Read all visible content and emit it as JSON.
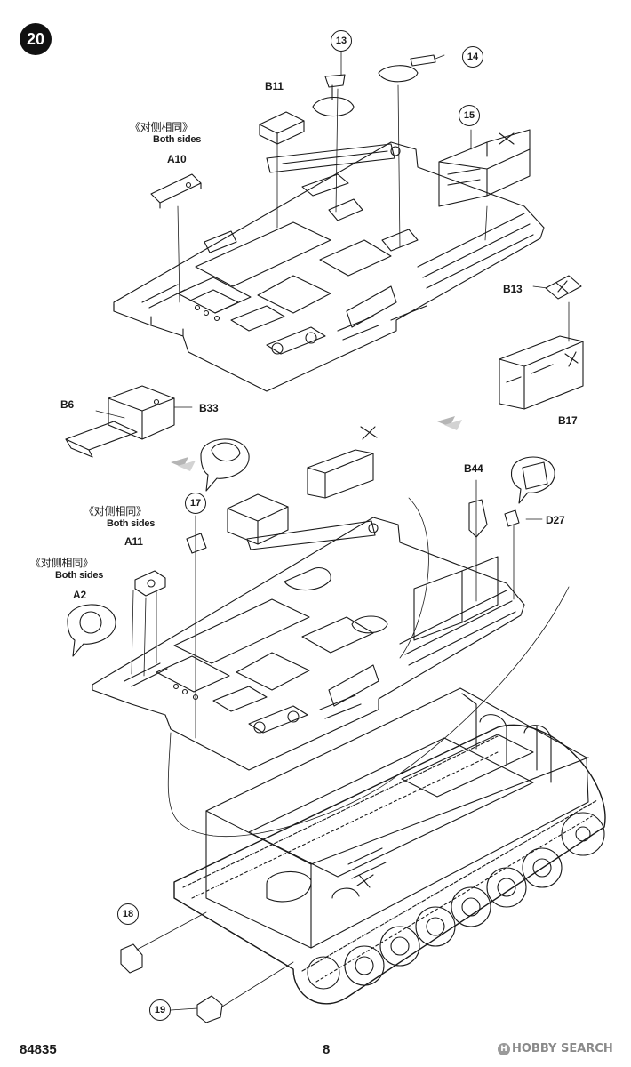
{
  "step_number": "20",
  "page_number": "8",
  "kit_code": "84835",
  "watermark": {
    "logo": "H",
    "text": "HOBBY SEARCH"
  },
  "same_both_sides_cn": "《对侧相同》",
  "same_both_sides_en": "Both sides",
  "parts": {
    "b11": "B11",
    "a10": "A10",
    "b6": "B6",
    "b33": "B33",
    "b13": "B13",
    "b17": "B17",
    "b44": "B44",
    "d27": "D27",
    "a11": "A11",
    "a2": "A2"
  },
  "callouts": {
    "c13": "13",
    "c14": "14",
    "c15": "15",
    "c17": "17",
    "c18": "18",
    "c19": "19"
  }
}
